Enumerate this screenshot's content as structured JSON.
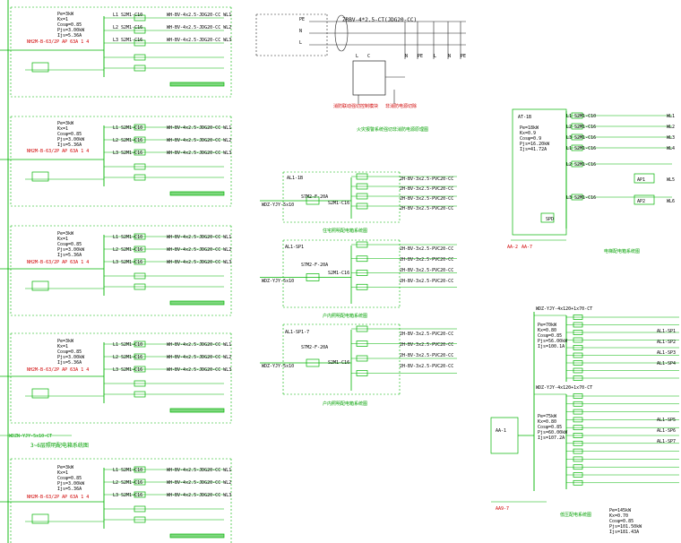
{
  "colors": {
    "line_green": "#00b400",
    "line_dark": "#222222",
    "text_red": "#d00000",
    "text_green": "#00a000",
    "text_black": "#000000",
    "background": "#ffffff"
  },
  "left_column": {
    "panels": [
      {
        "params": [
          "Pe=3kW",
          "Kx=1",
          "Cosφ=0.85",
          "Pjs=3.00kW",
          "Ijs=5.36A"
        ],
        "incoming": "NH2M-B-63/2P AP 63A 1 4",
        "circuits": [
          "L1 S2M1-C10",
          "L2 S2M1-C16",
          "L3 S2M1-C16"
        ],
        "cables": [
          "WH-BV-4x2.5-JDG20-CC WL1",
          "WH-BV-4x2.5-JDG20-CC WL2",
          "WH-BV-4x2.5-JDG20-CC WL3"
        ]
      },
      {
        "params": [
          "Pe=3kW",
          "Kx=1",
          "Cosφ=0.85",
          "Pjs=3.00kW",
          "Ijs=5.36A"
        ],
        "incoming": "NH2M-B-63/2P AP 63A 1 4",
        "circuits": [
          "L1 S2M1-C10",
          "L2 S2M1-C16",
          "L3 S2M1-C16"
        ],
        "cables": [
          "WH-BV-4x2.5-JDG20-CC WL1",
          "WH-BV-4x2.5-JDG20-CC WL2",
          "WH-BV-4x2.5-JDG20-CC WL3"
        ]
      },
      {
        "params": [
          "Pe=3kW",
          "Kx=1",
          "Cosφ=0.85",
          "Pjs=3.00kW",
          "Ijs=5.36A"
        ],
        "incoming": "NH2M-B-63/2P AP 63A 1 4",
        "circuits": [
          "L1 S2M1-C10",
          "L2 S2M1-C16",
          "L3 S2M1-C16"
        ],
        "cables": [
          "WH-BV-4x2.5-JDG20-CC WL1",
          "WH-BV-4x2.5-JDG20-CC WL2",
          "WH-BV-4x2.5-JDG20-CC WL3"
        ]
      },
      {
        "params": [
          "Pe=3kW",
          "Kx=1",
          "Cosφ=0.85",
          "Pjs=3.00kW",
          "Ijs=5.36A"
        ],
        "incoming": "NH2M-B-63/2P AP 63A 1 4",
        "circuits": [
          "L1 S2M1-C10",
          "L2 S2M1-C16",
          "L3 S2M1-C16"
        ],
        "cables": [
          "WH-BV-4x2.5-JDG20-CC WL1",
          "WH-BV-4x2.5-JDG20-CC WL2",
          "WH-BV-4x2.5-JDG20-CC WL3"
        ]
      },
      {
        "params": [
          "Pe=3kW",
          "Kx=1",
          "Cosφ=0.85",
          "Pjs=3.00kW",
          "Ijs=5.36A"
        ],
        "incoming": "NH2M-B-63/2P AP 63A 1 4",
        "circuits": [
          "L1 S2M1-C10",
          "L2 S2M1-C16",
          "L3 S2M1-C16"
        ],
        "cables": [
          "WH-BV-4x2.5-JDG20-CC WL1",
          "WH-BV-4x2.5-JDG20-CC WL2",
          "WH-BV-4x2.5-JDG20-CC WL3"
        ]
      }
    ],
    "section_caption": "3~6层照明配电箱系统图",
    "bus_label": "WDZN-YJY-5x10-CT"
  },
  "top_middle": {
    "phase_labels": [
      "PE",
      "N",
      "L"
    ],
    "cable": "ZRBV-4*2.5-CT(JDG20-CC)",
    "bottom_letters": [
      "L",
      "C",
      "N",
      "PE",
      "L",
      "N",
      "PE"
    ],
    "notes": [
      "消防联动强切控制模块",
      "非消防电源切除"
    ],
    "caption": "火灾报警系统强切非消防电源原理图"
  },
  "middle_panels": [
    {
      "source": "AL1-1B",
      "cable": "WDZ-YJY-5x10",
      "incoming": "S7M2-F-20A",
      "breaker": "S2M1-C16",
      "outgoing": [
        "2H-BV-3x2.5-PVC20-CC",
        "2H-BV-3x2.5-PVC20-CC",
        "2H-BV-3x2.5-PVC20-CC",
        "2H-BV-3x2.5-PVC20-CC"
      ],
      "caption": "住宅照明配电箱系统图"
    },
    {
      "source": "AL1-SP1",
      "cable": "WDZ-YJY-5x10",
      "incoming": "S7M2-F-20A",
      "breaker": "S2M1-C16",
      "outgoing": [
        "2H-BV-3x2.5-PVC20-CC",
        "2H-BV-3x2.5-PVC20-CC",
        "2H-BV-3x2.5-PVC20-CC",
        "2H-BV-3x2.5-PVC20-CC"
      ],
      "caption": "户内照明配电箱系统图"
    },
    {
      "source": "AL1-SP1-7",
      "cable": "WDZ-YJY-5x10",
      "incoming": "S7M2-F-20A",
      "breaker": "S2M1-C16",
      "outgoing": [
        "2H-BV-3x2.5-PVC20-CC",
        "2H-BV-3x2.5-PVC20-CC",
        "2H-BV-3x2.5-PVC20-CC",
        "2H-BV-3x2.5-PVC20-CC"
      ],
      "caption": "户内照明配电箱系统图"
    }
  ],
  "right_top": {
    "title": "AT-1B",
    "params": [
      "Pe=18kW",
      "Kx=0.9",
      "Cosφ=0.9",
      "Pjs=16.20kW",
      "Ijs=41.72A"
    ],
    "circuits": [
      "L1 S2M1-C10",
      "L2 S2M1-C16",
      "L3 S2M1-C16",
      "L1 S2M1-C16",
      "L2 S2M1-C16",
      "L3 S2M1-C16"
    ],
    "devices": [
      "AP1",
      "AP2"
    ],
    "spd": "SPD",
    "tags": [
      "WL1",
      "WL2",
      "WL3",
      "WL4",
      "WL5",
      "WL6"
    ],
    "caption": "电梯配电箱系统图",
    "bottom_refs": [
      "AA-2",
      "AA-7"
    ]
  },
  "right_bottom": {
    "header1": "WDZ-YJY-4x120+1x70-CT",
    "header2": "WDZ-YJY-4x120+1x70-CT",
    "group1_params": [
      "Pe=70kW",
      "Kx=0.80",
      "Cosφ=0.85",
      "Pjs=56.00kW",
      "Ijs=100.1A"
    ],
    "group2_params": [
      "Pe=75kW",
      "Kx=0.80",
      "Cosφ=0.85",
      "Pjs=60.00kW",
      "Ijs=107.2A"
    ],
    "feeders": [
      "AL1-SP1",
      "AL1-SP2",
      "AL1-SP3",
      "AL1-SP4",
      "AL1-SP5",
      "AL1-SP6",
      "AL1-SP7"
    ],
    "summary": [
      "Pe=145kW",
      "Kx=0.70",
      "Cosφ=0.85",
      "Pjs=101.50kW",
      "Ijs=181.43A"
    ],
    "main_box": "AA-1",
    "caption": "低压配电系统图",
    "bottom_ref": "AA9-7"
  }
}
